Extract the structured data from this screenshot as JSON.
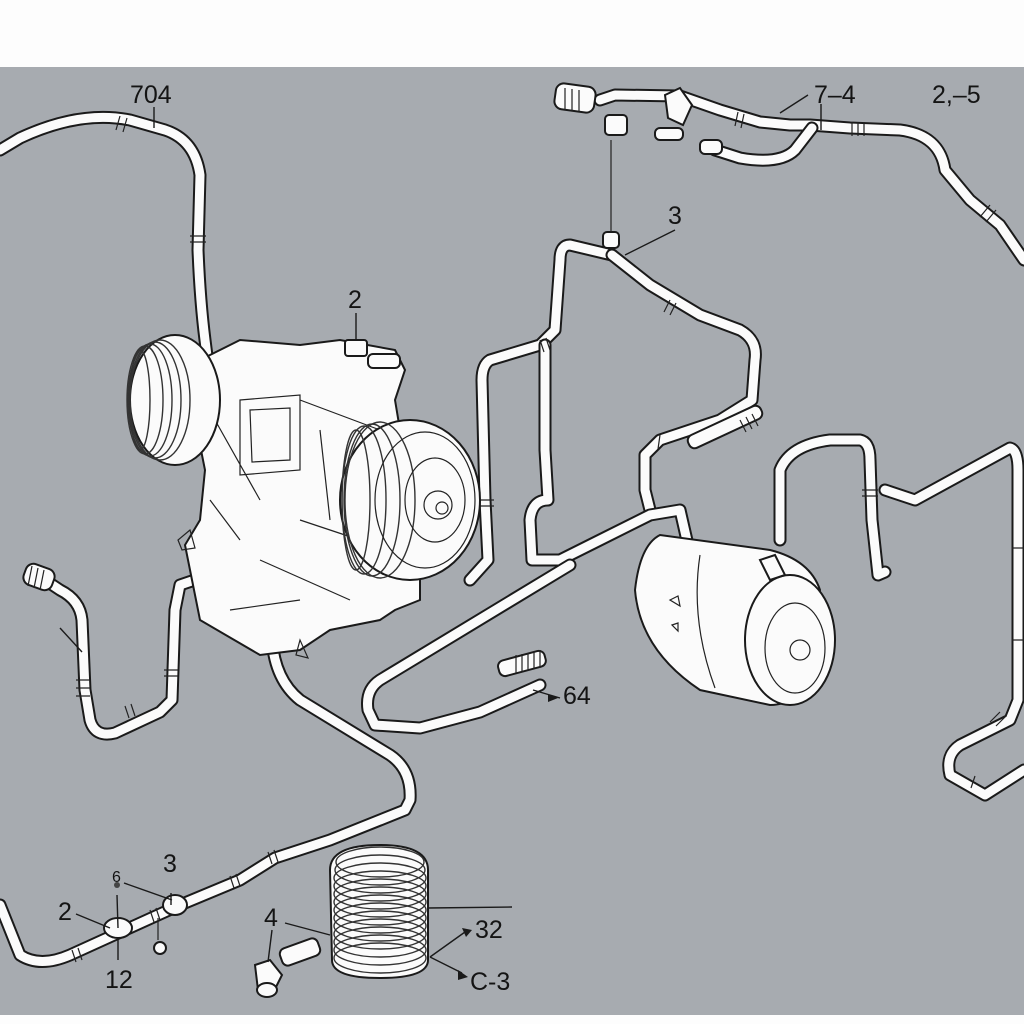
{
  "diagram": {
    "title": "A/C compressor and refrigerant line assembly",
    "colors": {
      "background": "#a7abb0",
      "line_fill": "#fbfbfb",
      "ink": "#1a1a1a",
      "band": "#fdfdfd"
    },
    "callouts": {
      "top_left": "704",
      "top_right_a": "7–4",
      "top_right_b": "2,–5",
      "sensor": "3",
      "compressor_valve": "2",
      "bolt_fitting": "64",
      "bottom_left_a": "2",
      "bottom_left_b": "3",
      "bottom_left_c": "12",
      "bottom_left_d": "6",
      "elbow_fitting": "4",
      "coil_a": "32",
      "coil_b": "C-3"
    },
    "parts": [
      {
        "id": "compressor",
        "icon": "compressor-icon"
      },
      {
        "id": "receiver-drier",
        "icon": "cylinder-icon"
      },
      {
        "id": "coil-hose",
        "icon": "coil-icon"
      },
      {
        "id": "elbow-fitting",
        "icon": "elbow-fitting-icon"
      },
      {
        "id": "threaded-bolt",
        "icon": "bolt-icon"
      },
      {
        "id": "pressure-switch",
        "icon": "sensor-icon"
      }
    ]
  }
}
